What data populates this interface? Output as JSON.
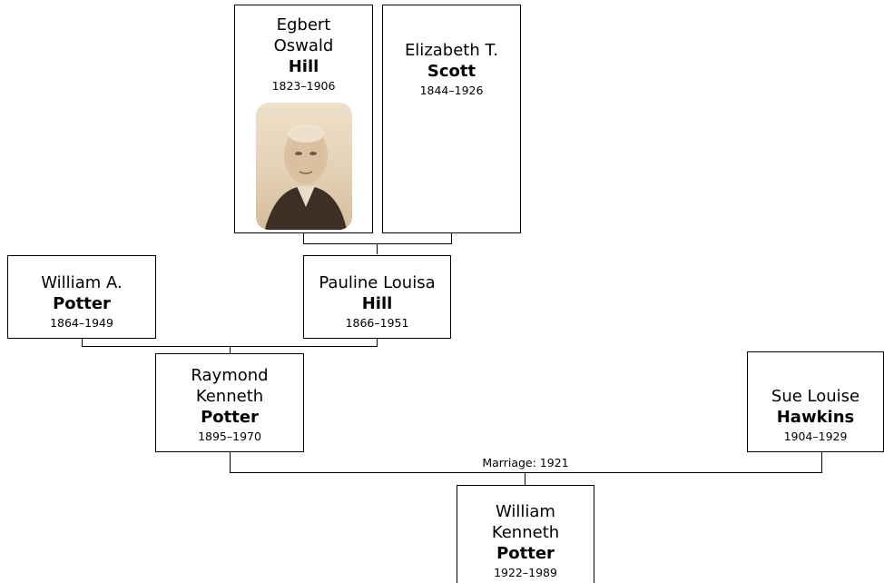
{
  "people": {
    "egbert": {
      "given": "Egbert",
      "given2": "Oswald",
      "surname": "Hill",
      "years": "1823–1906"
    },
    "elizabeth": {
      "given": "Elizabeth T.",
      "surname": "Scott",
      "years": "1844–1926"
    },
    "william_a": {
      "given": "William A.",
      "surname": "Potter",
      "years": "1864–1949"
    },
    "pauline": {
      "given": "Pauline Louisa",
      "surname": "Hill",
      "years": "1866–1951"
    },
    "raymond": {
      "given": "Raymond",
      "given2": "Kenneth",
      "surname": "Potter",
      "years": "1895–1970"
    },
    "sue": {
      "given": "Sue Louise",
      "surname": "Hawkins",
      "years": "1904–1929"
    },
    "william_k": {
      "given": "William",
      "given2": "Kenneth",
      "surname": "Potter",
      "years": "1922–1989"
    }
  },
  "marriage_label": "Marriage: 1921",
  "photo_icon": "portrait-photo-icon"
}
